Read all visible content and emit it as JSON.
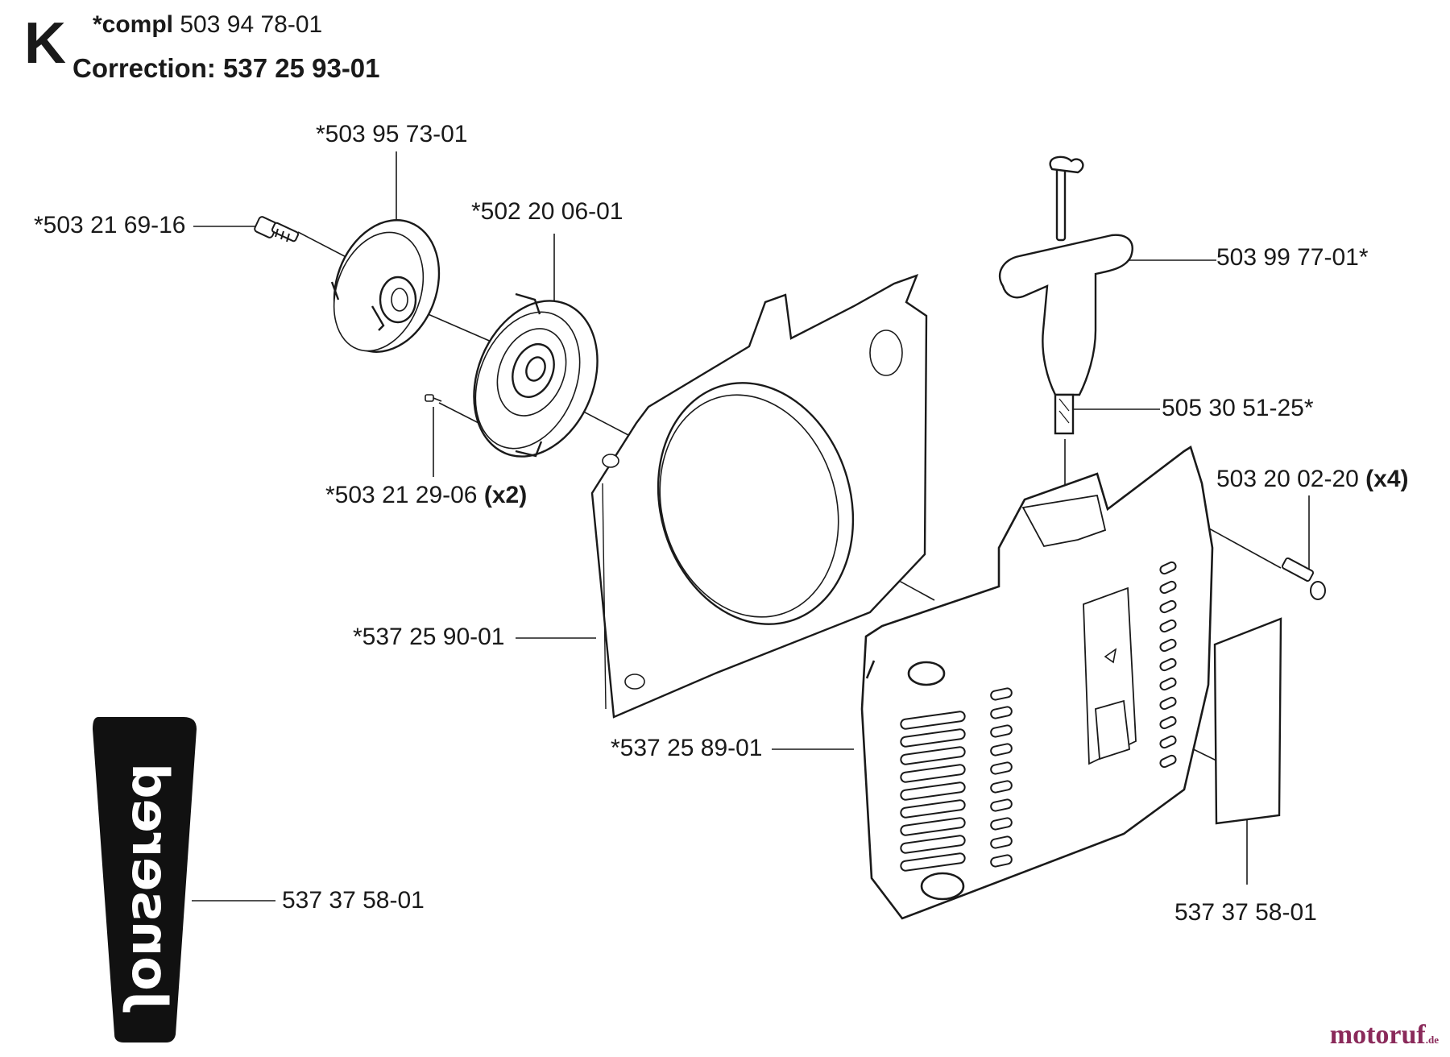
{
  "header": {
    "section_letter": "K",
    "compl_prefix": "*compl",
    "compl_number": "503 94 78-01",
    "correction": "Correction: 537 25 93-01"
  },
  "parts": {
    "screw_top": "*503 21 69-16",
    "pulley": "*503 95 73-01",
    "spring": "*502 20 06-01",
    "small_screw": "*503 21 29-06",
    "small_screw_qty": "(x2)",
    "handle": "503 99 77-01*",
    "rope": "505 30 51-25*",
    "cover_screw": "503 20 02-20",
    "cover_screw_qty": "(x4)",
    "inner_cover": "*537 25 90-01",
    "starter_cover": "*537 25 89-01",
    "decal_left": "537 37 58-01",
    "decal_right": "537 37 58-01"
  },
  "decal_text": "Jonsered",
  "watermark": {
    "brand": "motoruf",
    "suffix": ".de"
  },
  "colors": {
    "ink": "#1a1a1a",
    "watermark": "#8a2a5a"
  }
}
